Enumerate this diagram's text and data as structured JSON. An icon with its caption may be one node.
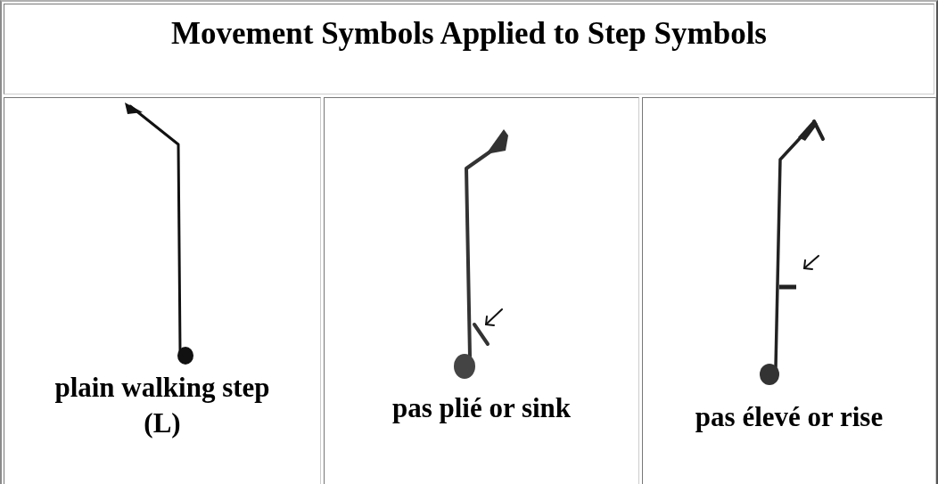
{
  "diagram": {
    "title": "Movement Symbols Applied to Step Symbols",
    "labels": [
      "plain walking step (L)",
      "pas plié or sink",
      "pas élevé or rise"
    ]
  }
}
